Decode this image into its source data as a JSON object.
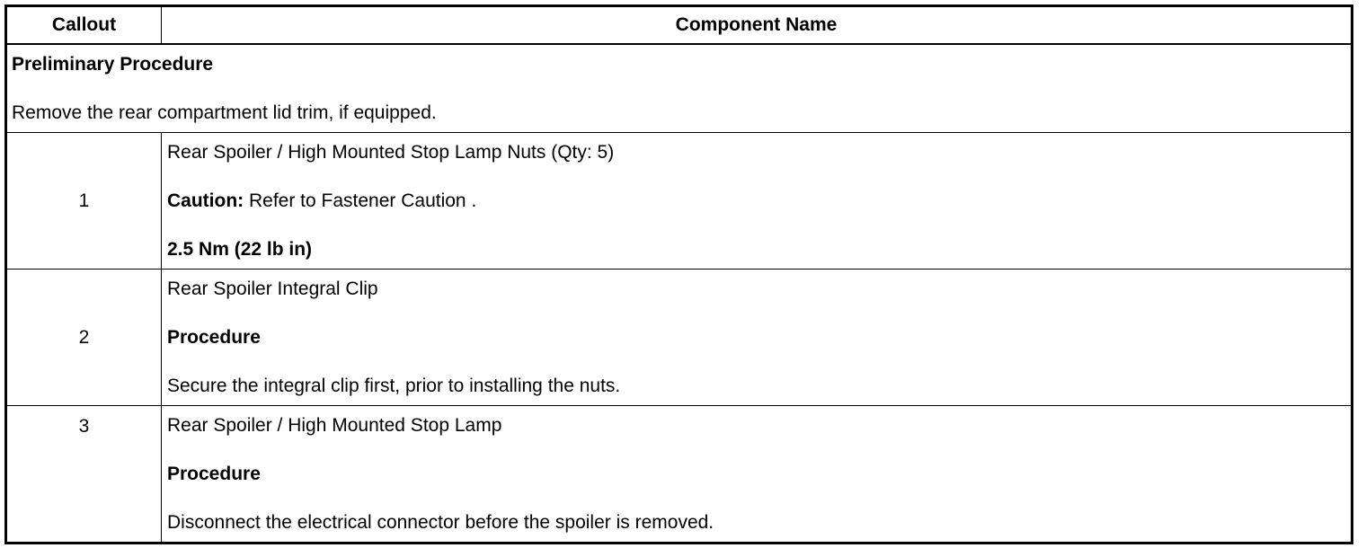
{
  "header": {
    "callout": "Callout",
    "component_name": "Component Name"
  },
  "preliminary": {
    "title": "Preliminary Procedure",
    "text": "Remove the rear compartment lid trim, if equipped."
  },
  "rows": [
    {
      "callout": "1",
      "name": "Rear Spoiler / High Mounted Stop Lamp Nuts (Qty: 5)",
      "caution_label": "Caution:",
      "caution_text": " Refer to Fastener Caution .",
      "torque": "2.5 Nm (22 lb in)"
    },
    {
      "callout": "2",
      "name": "Rear Spoiler Integral Clip",
      "procedure_label": "Procedure",
      "procedure_text": "Secure the integral clip first, prior to installing the nuts."
    },
    {
      "callout": "3",
      "name": "Rear Spoiler / High Mounted Stop Lamp",
      "procedure_label": "Procedure",
      "procedure_text": "Disconnect the electrical connector before the spoiler is removed."
    }
  ]
}
